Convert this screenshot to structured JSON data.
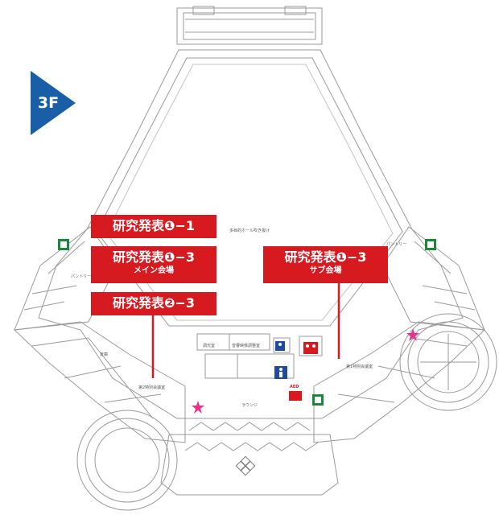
{
  "floor": {
    "label": "3F",
    "color": "#1a5ea8"
  },
  "labels": [
    {
      "main": "研究発表❶−1",
      "sub": ""
    },
    {
      "main": "研究発表❶−3",
      "sub": "メイン会場"
    },
    {
      "main": "研究発表❷−3",
      "sub": ""
    },
    {
      "main": "研究発表❶−3",
      "sub": "サブ会場"
    }
  ],
  "rooms": {
    "multipurpose_hall": "多目的ホール吹き抜け",
    "pantry_left": "パントリー",
    "pantry_right": "パントリー",
    "meeting_room_2": "第2特別会議室",
    "meeting_room_1": "第1特別会議室",
    "lounge": "ラウンジ",
    "prep_room": "調光室",
    "av_room": "音響映像調整室",
    "storage": "倉庫"
  },
  "icons": {
    "aed": "AED",
    "label_color": "#d71920",
    "star_color": "#e8338a"
  }
}
